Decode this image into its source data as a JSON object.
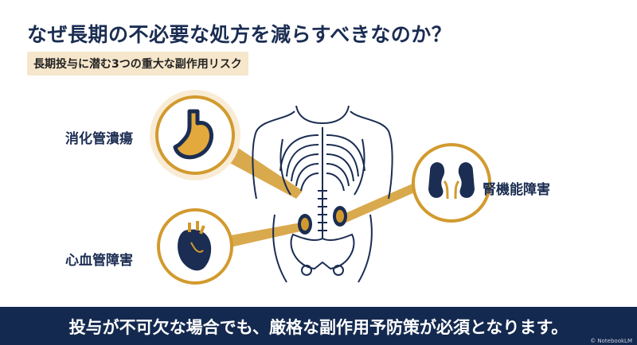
{
  "title": "なぜ長期の不必要な処方を減らすべきなのか？",
  "subtitle": "長期投与に潜む3つの重大な副作用リスク",
  "risks": [
    {
      "label": "消化管潰瘍",
      "icon": "stomach-icon"
    },
    {
      "label": "心血管障害",
      "icon": "heart-icon"
    },
    {
      "label": "腎機能障害",
      "icon": "kidney-icon"
    }
  ],
  "banner": "投与が不可欠な場合でも、厳格な副作用予防策が必須となります。",
  "credit": "© NotebookLM",
  "colors": {
    "navy": "#1b2d52",
    "gold": "#d29a2e",
    "beige": "#f6e6cb"
  }
}
